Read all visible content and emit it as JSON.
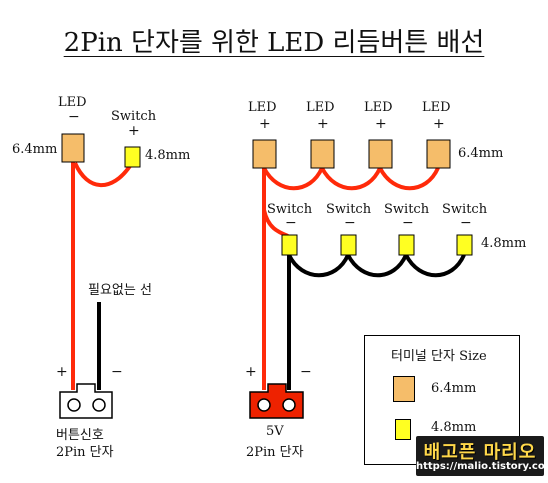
{
  "title": "2Pin 단자를 위한 LED 리듬버튼 배선",
  "left": {
    "led_label": "LED",
    "led_sign": "−",
    "led_size": "6.4mm",
    "switch_label": "Switch",
    "switch_sign": "+",
    "switch_size": "4.8mm",
    "unused_wire_label": "필요없는 선",
    "plus": "+",
    "minus": "−",
    "connector_label_1": "버튼신호",
    "connector_label_2": "2Pin 단자"
  },
  "right": {
    "led_label": "LED",
    "led_sign": "+",
    "led_size": "6.4mm",
    "switch_label": "Switch",
    "switch_sign": "−",
    "switch_size": "4.8mm",
    "plus": "+",
    "minus": "−",
    "connector_label_1": "5V",
    "connector_label_2": "2Pin 단자"
  },
  "legend": {
    "title": "터미널 단자 Size",
    "items": [
      {
        "size": "6.4mm",
        "color": "#f5bd6a"
      },
      {
        "size": "4.8mm",
        "color": "#ffff22"
      }
    ]
  },
  "colors": {
    "red_wire": "#ff2a0a",
    "black_wire": "#000000",
    "led_terminal": "#f5bd6a",
    "switch_terminal": "#ffff22",
    "left_connector": "#ffffff",
    "right_connector": "#ee2200"
  },
  "watermark": {
    "title": "배고픈 마리오",
    "url": "https://malio.tistory.com"
  }
}
